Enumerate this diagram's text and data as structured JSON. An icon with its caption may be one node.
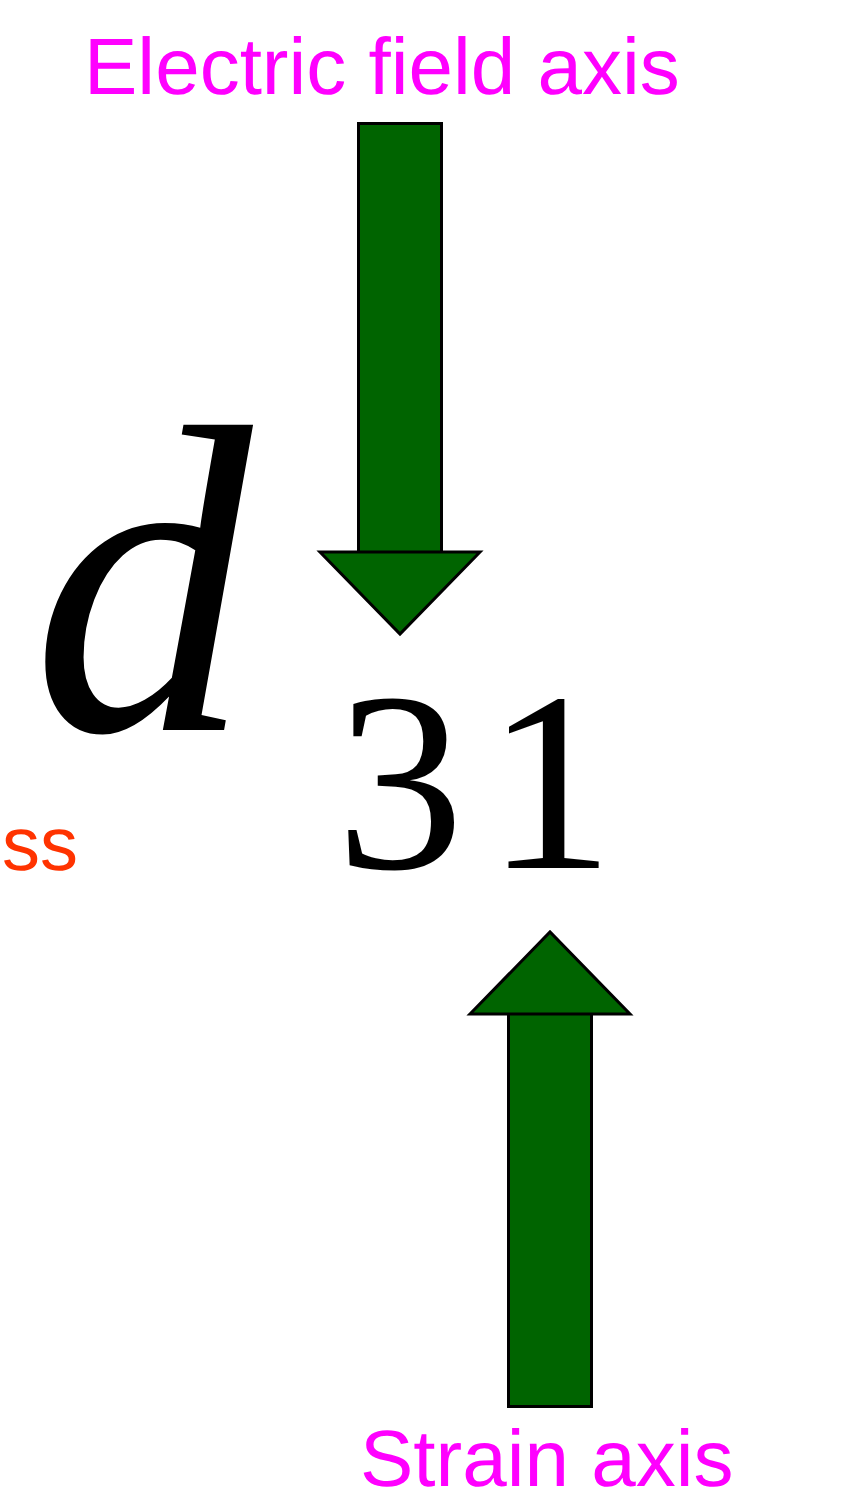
{
  "diagram": {
    "nodes": [
      {
        "text": [
          "Electric field axis"
        ]
      },
      {
        "text": [
          "3"
        ]
      },
      {
        "text": [
          "1"
        ]
      },
      {
        "text": [
          "Strain axis"
        ]
      }
    ],
    "edges": [
      {
        "from": 0,
        "to": 1,
        "arrow": "to"
      },
      {
        "from": 3,
        "to": 2,
        "arrow": "to"
      }
    ],
    "labels": [
      "d",
      "ss"
    ]
  }
}
